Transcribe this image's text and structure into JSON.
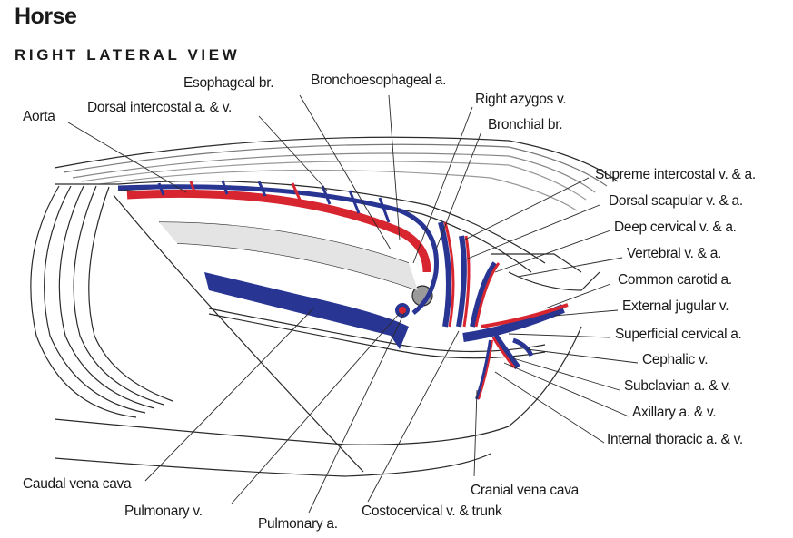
{
  "header": {
    "title": "Horse",
    "subtitle": "RIGHT LATERAL VIEW"
  },
  "legend_colors": {
    "artery": "#d7262f",
    "vein": "#283593",
    "lineart": "#2a2a2a",
    "fill_gray": "#e4e4e4"
  },
  "labels": {
    "aorta": "Aorta",
    "dorsal_intercostal": "Dorsal intercostal a. & v.",
    "esophageal": "Esophageal br.",
    "bronchoesophageal": "Bronchoesophageal a.",
    "right_azygos": "Right azygos v.",
    "bronchial": "Bronchial br.",
    "supreme_intercostal": "Supreme intercostal v. & a.",
    "dorsal_scapular": "Dorsal scapular v. & a.",
    "deep_cervical": "Deep cervical v. & a.",
    "vertebral": "Vertebral v. & a.",
    "common_carotid": "Common carotid a.",
    "external_jugular": "External jugular v.",
    "superficial_cervical": "Superficial cervical a.",
    "cephalic": "Cephalic v.",
    "subclavian": "Subclavian a. & v.",
    "axillary": "Axillary a. & v.",
    "internal_thoracic": "Internal thoracic a. & v.",
    "cranial_vena_cava": "Cranial vena cava",
    "costocervical": "Costocervical v. & trunk",
    "pulmonary_a": "Pulmonary a.",
    "pulmonary_v": "Pulmonary v.",
    "caudal_vena_cava": "Caudal vena cava"
  }
}
